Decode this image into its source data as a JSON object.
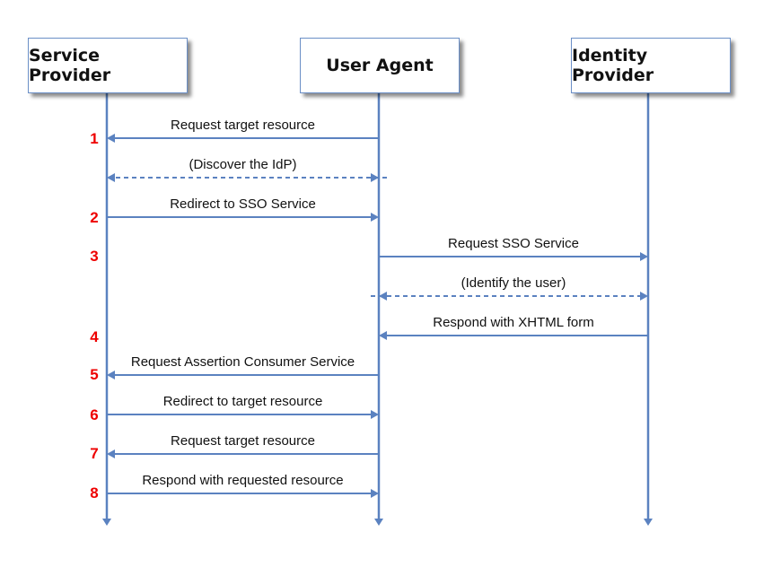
{
  "participants": [
    {
      "id": "sp",
      "label": "Service Provider"
    },
    {
      "id": "ua",
      "label": "User Agent"
    },
    {
      "id": "idp",
      "label": "Identity Provider"
    }
  ],
  "messages": [
    {
      "label": "Request target resource",
      "from": "ua",
      "to": "sp",
      "style": "solid",
      "step": "1"
    },
    {
      "label": "(Discover the IdP)",
      "from": "ua",
      "to": "sp",
      "style": "dashed",
      "bidirectional": true,
      "step": ""
    },
    {
      "label": "Redirect to SSO Service",
      "from": "sp",
      "to": "ua",
      "style": "solid",
      "step": "2"
    },
    {
      "label": "Request SSO Service",
      "from": "ua",
      "to": "idp",
      "style": "solid",
      "step": "3"
    },
    {
      "label": "(Identify the user)",
      "from": "ua",
      "to": "idp",
      "style": "dashed",
      "bidirectional": true,
      "step": ""
    },
    {
      "label": "Respond with XHTML form",
      "from": "idp",
      "to": "ua",
      "style": "solid",
      "step": "4"
    },
    {
      "label": "Request Assertion Consumer Service",
      "from": "ua",
      "to": "sp",
      "style": "solid",
      "step": "5"
    },
    {
      "label": "Redirect to target resource",
      "from": "sp",
      "to": "ua",
      "style": "solid",
      "step": "6"
    },
    {
      "label": "Request target resource",
      "from": "ua",
      "to": "sp",
      "style": "solid",
      "step": "7"
    },
    {
      "label": "Respond with requested resource",
      "from": "sp",
      "to": "ua",
      "style": "solid",
      "step": "8"
    }
  ],
  "colors": {
    "line": "#5b82c0",
    "step": "#ee0000",
    "box_border": "#6b8fc7"
  }
}
